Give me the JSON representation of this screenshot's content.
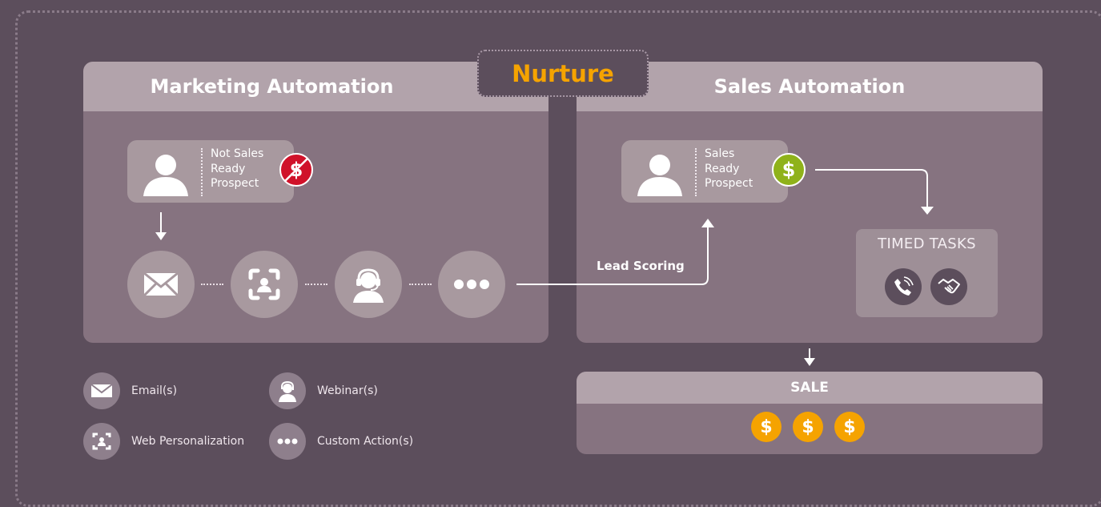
{
  "nurture_label": "Nurture",
  "marketing": {
    "title": "Marketing Automation",
    "prospect_text": "Not Sales\nReady\nProspect",
    "badge_symbol": "$"
  },
  "sales": {
    "title": "Sales Automation",
    "prospect_text": "Sales\nReady\nProspect",
    "badge_symbol": "$"
  },
  "lead_scoring_label": "Lead Scoring",
  "timed_tasks": {
    "title": "TIMED TASKS"
  },
  "sale": {
    "title": "SALE",
    "coins": [
      "$",
      "$",
      "$"
    ]
  },
  "legend": [
    {
      "icon": "email-icon",
      "label": "Email(s)"
    },
    {
      "icon": "webinar-icon",
      "label": "Webinar(s)"
    },
    {
      "icon": "web-personalization-icon",
      "label": "Web Personalization"
    },
    {
      "icon": "custom-action-icon",
      "label": "Custom Action(s)"
    }
  ],
  "colors": {
    "background": "#5c4e5c",
    "accent_orange": "#f5a300",
    "badge_red": "#d0122a",
    "badge_green": "#8fb21a"
  }
}
